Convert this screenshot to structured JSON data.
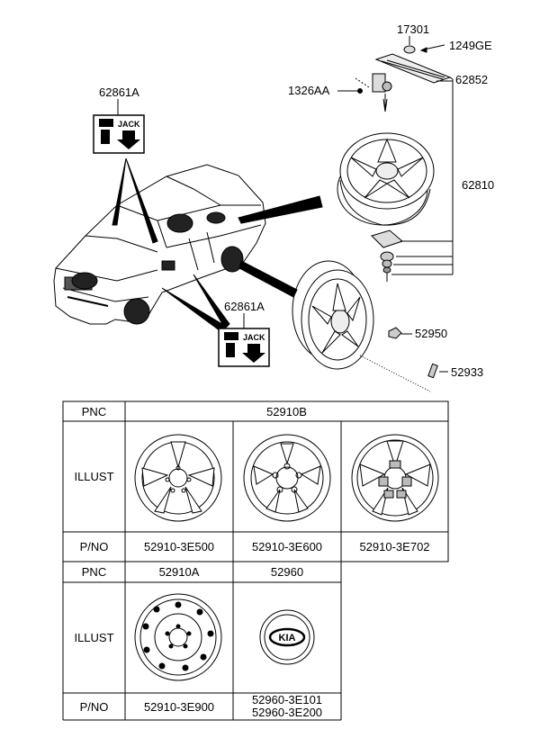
{
  "callouts": {
    "p17301": "17301",
    "p1249GE": "1249GE",
    "p62852": "62852",
    "p1326AA": "1326AA",
    "p62810": "62810",
    "p62861A_top": "62861A",
    "p62861A_bottom": "62861A",
    "p52950": "52950",
    "p52933": "52933"
  },
  "jack_label": "JACK",
  "logo_text": "KIA",
  "table1": {
    "pnc_label": "PNC",
    "pnc_value": "52910B",
    "illust_label": "ILLUST",
    "pno_label": "P/NO",
    "parts": [
      "52910-3E500",
      "52910-3E600",
      "52910-3E702"
    ]
  },
  "table2": {
    "pnc_label": "PNC",
    "illust_label": "ILLUST",
    "pno_label": "P/NO",
    "pnc_values": [
      "52910A",
      "52960"
    ],
    "part_a": "52910-3E900",
    "part_b_line1": "52960-3E101",
    "part_b_line2": "52960-3E200"
  }
}
